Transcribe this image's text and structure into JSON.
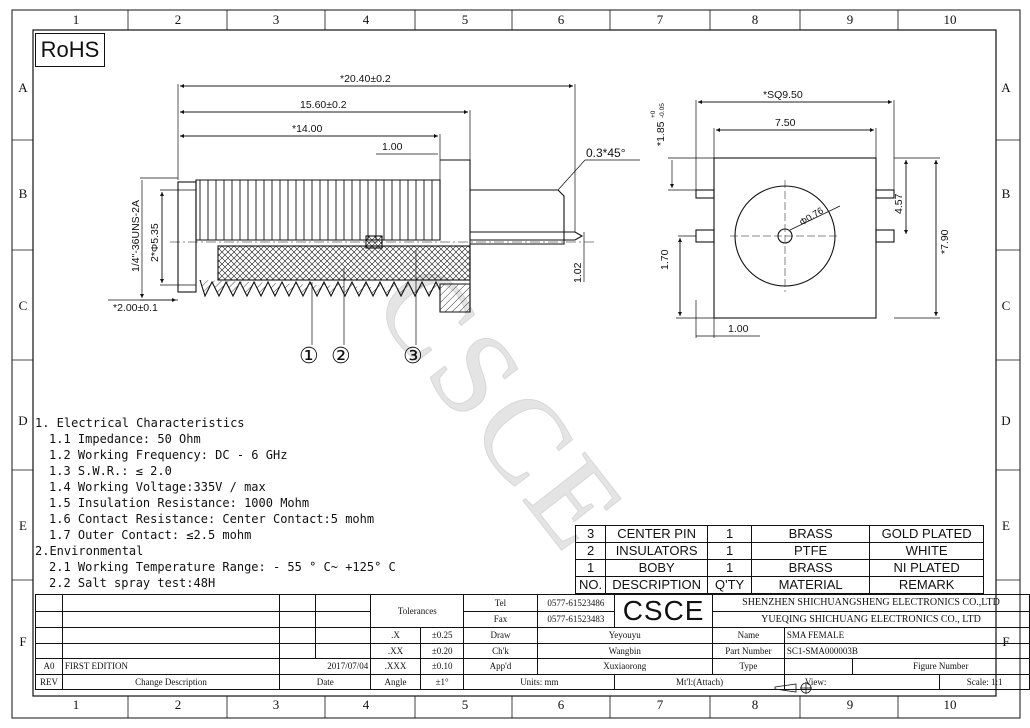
{
  "rohs": "RoHS",
  "zones": {
    "columns": [
      "1",
      "2",
      "3",
      "4",
      "5",
      "6",
      "7",
      "8",
      "9",
      "10"
    ],
    "rows": [
      "A",
      "B",
      "C",
      "D",
      "E",
      "F"
    ]
  },
  "dims_left": {
    "overall": "*20.40±0.2",
    "length1": "15.60±0.2",
    "length2": "*14.00",
    "step": "1.00",
    "chamfer": "0.3*45°",
    "thread": "1/4\"-36UNS-2A",
    "dia": "2*Φ5.35",
    "pin": "1.02",
    "flange": "*2.00±0.1",
    "callouts": [
      "①",
      "②",
      "③"
    ]
  },
  "dims_right": {
    "sq": "*SQ9.50",
    "inner": "7.50",
    "height": "*1.85",
    "tol_upper": "+0",
    "tol_lower": "-0.05",
    "side": "4.57",
    "full": "*7.90",
    "left": "1.70",
    "bottom": "1.00",
    "hole": "Φ0.76"
  },
  "watermark": "CSCE",
  "specs": [
    {
      "text": "1. Electrical Characteristics",
      "indent": 0
    },
    {
      "text": "1.1 Impedance: 50 Ohm",
      "indent": 1
    },
    {
      "text": "1.2 Working Frequency: DC - 6 GHz",
      "indent": 1
    },
    {
      "text": "1.3 S.W.R.: ≤ 2.0",
      "indent": 1
    },
    {
      "text": "1.4 Working Voltage:335V / max",
      "indent": 1
    },
    {
      "text": "1.5 Insulation Resistance: 1000 Mohm",
      "indent": 1
    },
    {
      "text": "1.6 Contact Resistance: Center Contact:5 mohm",
      "indent": 1
    },
    {
      "text": "1.7 Outer Contact: ≤2.5 mohm",
      "indent": 1
    },
    {
      "text": "2.Environmental",
      "indent": 0
    },
    {
      "text": "2.1 Working Temperature Range: - 55 ° C~ +125° C",
      "indent": 1
    },
    {
      "text": "2.2 Salt spray test:48H",
      "indent": 1
    }
  ],
  "bom": {
    "rows": [
      [
        "3",
        "CENTER PIN",
        "1",
        "BRASS",
        "GOLD PLATED"
      ],
      [
        "2",
        "INSULATORS",
        "1",
        "PTFE",
        "WHITE"
      ],
      [
        "1",
        "BOBY",
        "1",
        "BRASS",
        "NI PLATED"
      ]
    ],
    "header": [
      "NO.",
      "DESCRIPTION",
      "Q'TY",
      "MATERIAL",
      "REMARK"
    ]
  },
  "titleblock": {
    "tolerances": "Tolerances",
    "tol_x": ".X",
    "tol_x_v": "±0.25",
    "tol_xx": ".XX",
    "tol_xx_v": "±0.20",
    "tol_xxx": ".XXX",
    "tol_xxx_v": "±0.10",
    "angle": "Angle",
    "angle_v": "±1°",
    "tel_lbl": "Tel",
    "tel": "0577-61523486",
    "fax_lbl": "Fax",
    "fax": "0577-61523483",
    "logo": "CSCE",
    "company1": "SHENZHEN SHICHUANGSHENG ELECTRONICS CO.,LTD",
    "company2": "YUEQING SHICHUANG ELECTRONICS CO., LTD",
    "draw_lbl": "Draw",
    "draw": "Yeyouyu",
    "chk_lbl": "Ch'k",
    "chk": "Wangbin",
    "appd_lbl": "App'd",
    "appd": "Xuxiaorong",
    "units": "Units: mm",
    "matl": "Mt'l:(Attach)",
    "name_lbl": "Name",
    "name": "SMA FEMALE",
    "pn_lbl": "Part Number",
    "pn": "SC1-SMA000003B",
    "type_lbl": "Type",
    "fig_lbl": "Figure Number",
    "view_lbl": "View:",
    "scale": "Scale: 1:1",
    "rev_a0": "A0",
    "rev_desc": "FIRST EDITION",
    "rev_date": "2017/07/04",
    "rev_lbl": "REV",
    "chg_lbl": "Change Description",
    "date_lbl": "Date"
  }
}
